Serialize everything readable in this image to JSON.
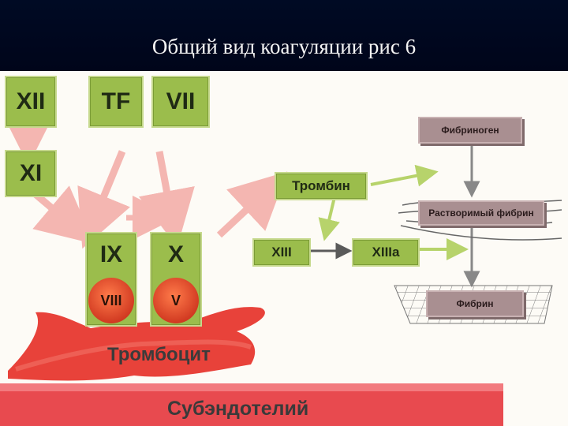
{
  "title": "Общий вид коагуляции рис 6",
  "factors": {
    "xii": "XII",
    "tf": "TF",
    "vii": "VII",
    "xi": "XI",
    "ix": "IX",
    "x": "X",
    "viii": "VIII",
    "v": "V",
    "thrombin": "Тромбин",
    "xiii": "XIII",
    "xiiia": "XIIIa"
  },
  "right_column": {
    "fibrinogen": "Фибриноген",
    "soluble_fibrin": "Растворимый фибрин",
    "fibrin": "Фибрин"
  },
  "platelet_label": "Тромбоцит",
  "subendothelium_label": "Субэндотелий",
  "colors": {
    "factor_green": "#9bbd4c",
    "arrow_pink": "#f4b6b1",
    "arrow_green": "#b7d36b",
    "platelet_red": "#e8423a",
    "subendothelium_red": "#e84a4f",
    "box_brown": "#a98f91"
  }
}
